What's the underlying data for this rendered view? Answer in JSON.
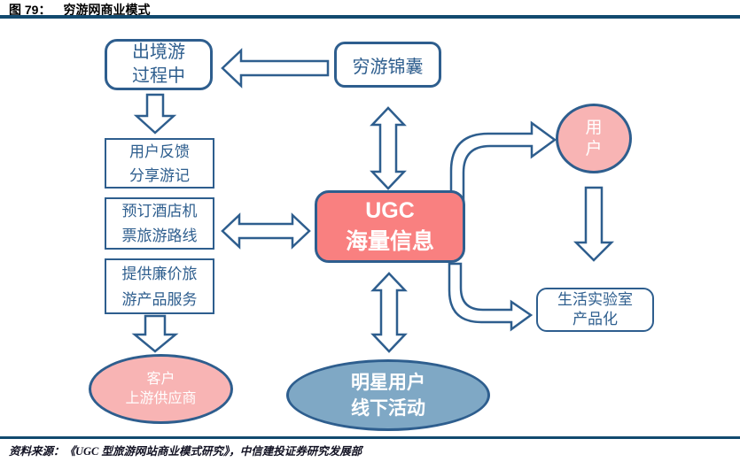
{
  "header": {
    "figure_label": "图 79：",
    "figure_title": "穷游网商业模式"
  },
  "footer": {
    "source": "资料来源：《UGC 型旅游网站商业模式研究》，中信建投证券研究发展部"
  },
  "colors": {
    "rule_navy": "#124A6F",
    "outline_blue": "#2E5E8E",
    "ugc_fill": "#F98080",
    "pink_fill": "#F8B4B4",
    "steel_blue_fill": "#7FA8C5",
    "node_text_blue": "#2E5E8E",
    "node_text_white": "#FFFFFF"
  },
  "diagram": {
    "nodes": {
      "outbound": {
        "line1": "出境游",
        "line2": "过程中"
      },
      "jinnang": {
        "label": "穷游锦囊"
      },
      "feedback": {
        "line1": "用户反馈",
        "line2": "分享游记"
      },
      "booking": {
        "line1": "预订酒店机",
        "line2": "票旅游路线"
      },
      "cheap": {
        "line1": "提供廉价旅",
        "line2": "游产品服务"
      },
      "supplier": {
        "line1": "客户",
        "line2": "上游供应商"
      },
      "ugc": {
        "line1": "UGC",
        "line2": "海量信息"
      },
      "star": {
        "line1": "明星用户",
        "line2": "线下活动"
      },
      "user": {
        "line1": "用",
        "line2": "户"
      },
      "lab": {
        "line1": "生活实验室",
        "line2": "产品化"
      }
    },
    "arrows": [
      "jinnang-to-outbound",
      "outbound-down-to-feedback",
      "cheap-down-to-supplier",
      "user-down-to-lab",
      "booking-ugc-double",
      "jinnang-ugc-double",
      "ugc-star-double",
      "ugc-curve-to-user",
      "ugc-curve-to-lab"
    ]
  }
}
